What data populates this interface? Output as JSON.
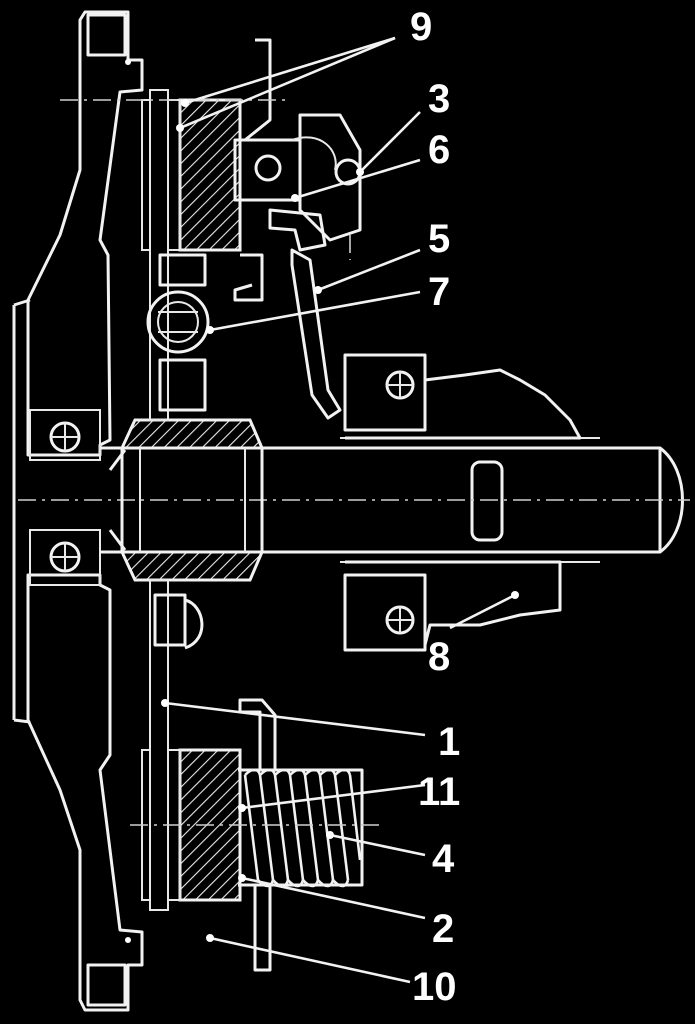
{
  "labels": [
    {
      "id": "callout-1",
      "text": "1"
    },
    {
      "id": "callout-2",
      "text": "2"
    },
    {
      "id": "callout-3",
      "text": "3"
    },
    {
      "id": "callout-4",
      "text": "4"
    },
    {
      "id": "callout-5",
      "text": "5"
    },
    {
      "id": "callout-6",
      "text": "6"
    },
    {
      "id": "callout-7",
      "text": "7"
    },
    {
      "id": "callout-8",
      "text": "8"
    },
    {
      "id": "callout-9",
      "text": "9"
    },
    {
      "id": "callout-10",
      "text": "10"
    },
    {
      "id": "callout-11",
      "text": "11"
    }
  ],
  "colors": {
    "background": "#000000",
    "line": "#f2f2f2"
  }
}
